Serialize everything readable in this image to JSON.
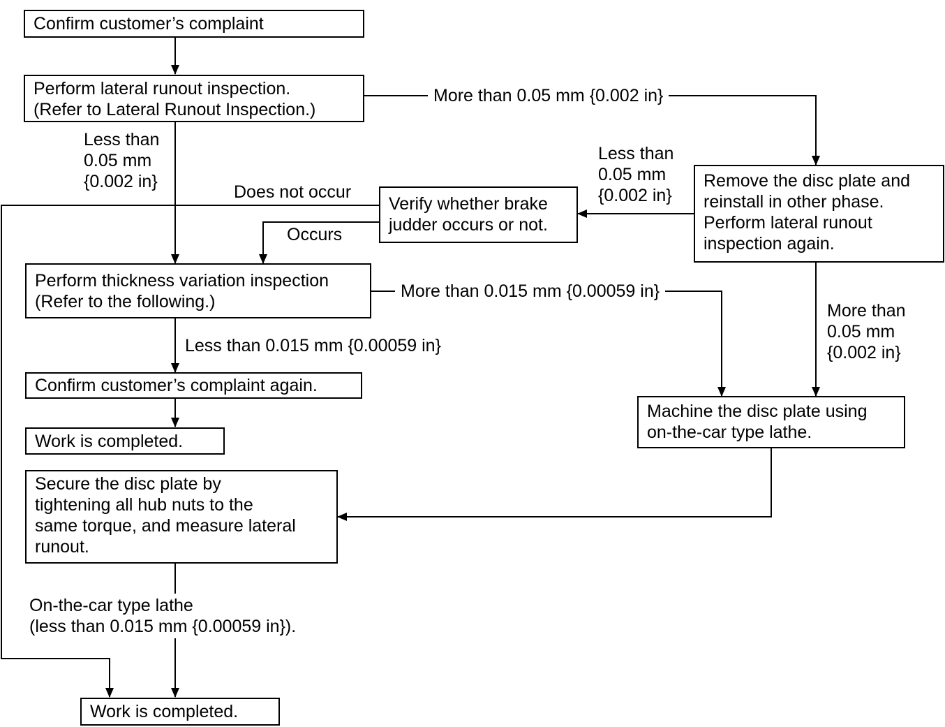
{
  "nodes": {
    "confirm_complaint": [
      "Confirm customer’s complaint"
    ],
    "lateral_runout": [
      "Perform lateral runout inspection.",
      "(Refer to Lateral Runout Inspection.)"
    ],
    "remove_reinstall": [
      "Remove the disc plate and",
      "reinstall in other phase.",
      "Perform lateral runout",
      "inspection again."
    ],
    "verify_judder": [
      "Verify whether brake",
      "judder occurs or not."
    ],
    "thickness_variation": [
      "Perform thickness variation inspection",
      "(Refer to the following.)"
    ],
    "confirm_again": [
      "Confirm customer’s complaint again."
    ],
    "work_completed_1": [
      "Work is completed."
    ],
    "machine_disc": [
      "Machine the disc plate using",
      "on-the-car type lathe."
    ],
    "secure_disc": [
      "Secure the disc plate by",
      "tightening all hub nuts to the",
      "same torque, and measure lateral",
      "runout."
    ],
    "work_completed_2": [
      "Work is completed."
    ]
  },
  "edge_labels": {
    "runout_more": [
      "More than 0.05 mm {0.002 in}"
    ],
    "runout_less": [
      "Less than",
      "0.05 mm",
      "{0.002 in}"
    ],
    "reinstall_less": [
      "Less than",
      "0.05 mm",
      "{0.002 in}"
    ],
    "does_not_occur": [
      "Does not occur"
    ],
    "occurs": [
      "Occurs"
    ],
    "thickness_more": [
      "More than 0.015 mm {0.00059 in}"
    ],
    "thickness_less": [
      "Less than 0.015 mm {0.00059 in}"
    ],
    "reinstall_more": [
      "More than",
      "0.05 mm",
      "{0.002 in}"
    ],
    "lathe_result": [
      "On-the-car type lathe",
      "(less than 0.015 mm {0.00059 in})."
    ]
  }
}
